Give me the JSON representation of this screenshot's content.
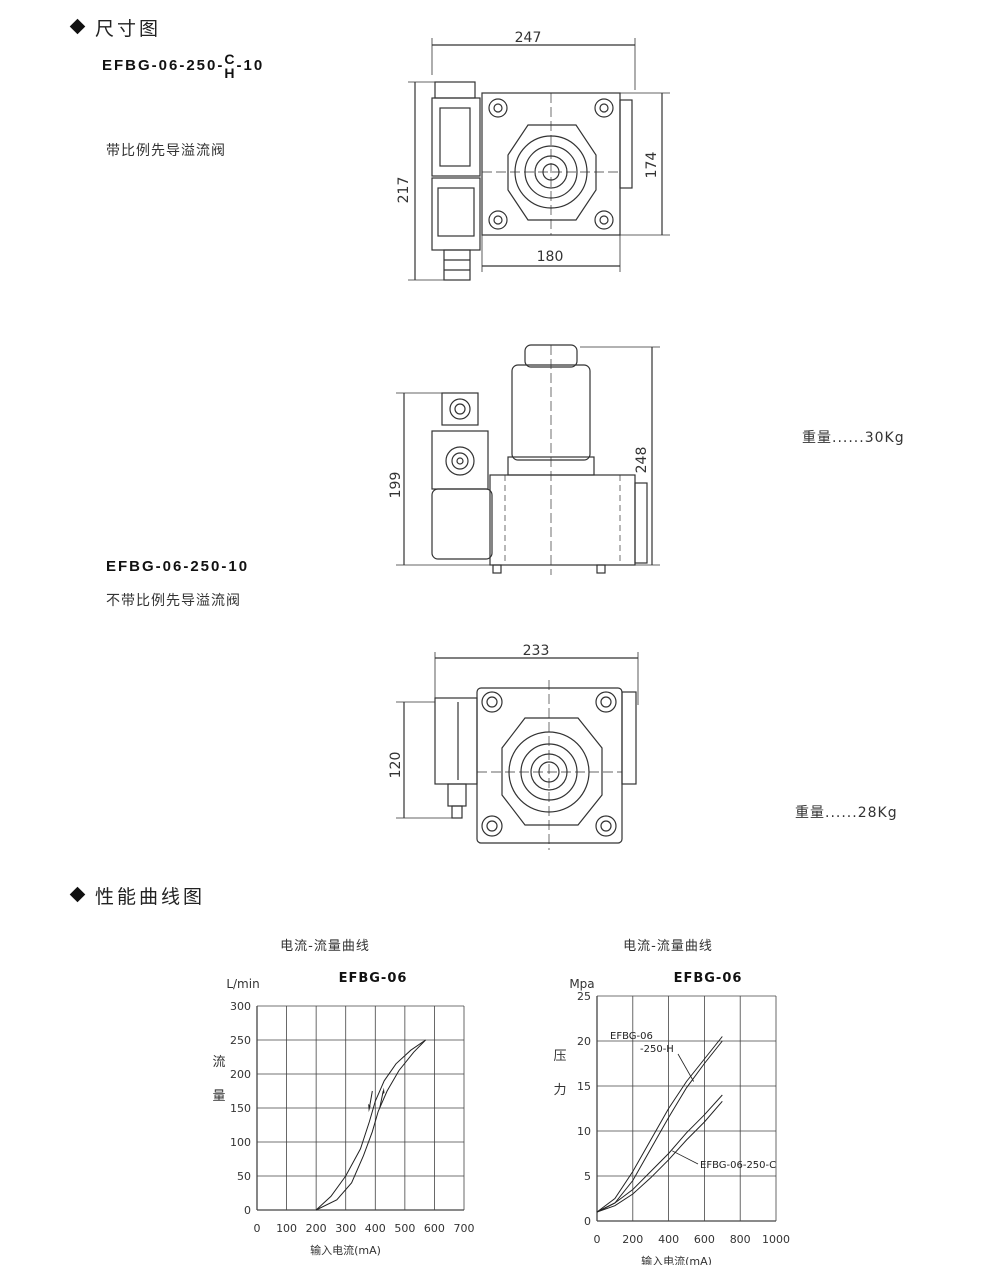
{
  "sections": {
    "dimensions_title": "尺寸图",
    "performance_title": "性能曲线图"
  },
  "models": {
    "with_prop": {
      "prefix": "EFBG-06-250-",
      "frac_top": "C",
      "frac_bottom": "H",
      "suffix": "-10",
      "note": "带比例先导溢流阀"
    },
    "without_prop": {
      "code": "EFBG-06-250-10",
      "note": "不带比例先导溢流阀"
    }
  },
  "dims": {
    "top_width": "247",
    "top_height": "217",
    "top_right": "174",
    "top_bottom": "180",
    "side_left": "199",
    "side_right": "248",
    "bottom_width": "233",
    "bottom_left": "120"
  },
  "weights": {
    "w1": "重量......30Kg",
    "w2": "重量......28Kg"
  },
  "chart_data": [
    {
      "type": "line",
      "title": "电流-流量曲线",
      "subtitle": "EFBG-06",
      "xlabel": "输入电流(mA)",
      "ylabel": "流量",
      "yunit": "L/min",
      "xlim": [
        0,
        700
      ],
      "ylim": [
        0,
        300
      ],
      "xticks": [
        "0",
        "100",
        "200",
        "300",
        "400",
        "500",
        "600",
        "700"
      ],
      "yticks": [
        "0",
        "50",
        "100",
        "150",
        "200",
        "250",
        "300"
      ],
      "grid": true,
      "series": [
        {
          "x": [
            200,
            250,
            300,
            350,
            380,
            400,
            430,
            470,
            520,
            570
          ],
          "y": [
            0,
            20,
            50,
            90,
            130,
            160,
            190,
            215,
            235,
            250
          ]
        },
        {
          "x": [
            200,
            270,
            320,
            360,
            390,
            410,
            440,
            480,
            530,
            570
          ],
          "y": [
            0,
            15,
            40,
            80,
            115,
            145,
            175,
            205,
            232,
            250
          ]
        }
      ]
    },
    {
      "type": "line",
      "title": "电流-流量曲线",
      "subtitle": "EFBG-06",
      "xlabel": "输入电流(mA)",
      "ylabel": "压力",
      "yunit": "Mpa",
      "xlim": [
        0,
        1000
      ],
      "ylim": [
        0,
        25
      ],
      "xticks": [
        "0",
        "200",
        "400",
        "600",
        "800",
        "1000"
      ],
      "yticks": [
        "0",
        "5",
        "10",
        "15",
        "20",
        "25"
      ],
      "grid": true,
      "series": [
        {
          "name": "EFBG-06\n-250-H",
          "x": [
            0,
            100,
            200,
            300,
            400,
            500,
            600,
            700
          ],
          "y": [
            1,
            2.5,
            5.5,
            9,
            12.5,
            15.5,
            18,
            20.5
          ]
        },
        {
          "name": "EFBG-06-250-H",
          "x": [
            0,
            100,
            200,
            300,
            400,
            500,
            600,
            700
          ],
          "y": [
            1,
            2,
            4.5,
            8,
            11.5,
            14.8,
            17.5,
            20
          ]
        },
        {
          "name": "EFBG-06-250-C",
          "x": [
            0,
            100,
            200,
            300,
            400,
            500,
            600,
            700
          ],
          "y": [
            1,
            2,
            3.5,
            5.5,
            7.5,
            9.8,
            11.8,
            14
          ]
        },
        {
          "name": "EFBG-06-250-C",
          "x": [
            0,
            100,
            200,
            300,
            400,
            500,
            600,
            700
          ],
          "y": [
            1,
            1.7,
            3,
            4.8,
            6.8,
            9,
            11,
            13.3
          ]
        }
      ],
      "annotations": [
        "EFBG-06",
        "-250-H",
        "EFBG-06-250-C"
      ]
    }
  ]
}
